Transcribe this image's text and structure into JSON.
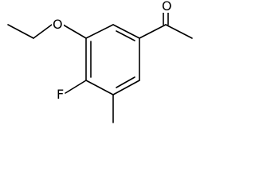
{
  "molecule": {
    "atoms": {
      "oxygen_carbonyl": "O",
      "oxygen_ether": "O",
      "fluorine": "F"
    },
    "colors": {
      "bond": "#000000",
      "background": "#ffffff"
    }
  }
}
